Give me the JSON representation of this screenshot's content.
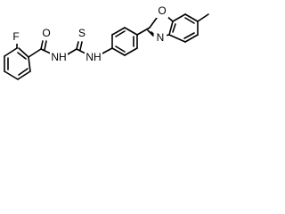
{
  "molecule": {
    "atoms": {
      "fluorine": "F",
      "carbonyl_oxygen": "O",
      "amide_nh": "NH",
      "thione_sulfur": "S",
      "thiourea_nh": "NH",
      "oxazole_nitrogen": "N",
      "oxazole_oxygen": "O"
    }
  }
}
